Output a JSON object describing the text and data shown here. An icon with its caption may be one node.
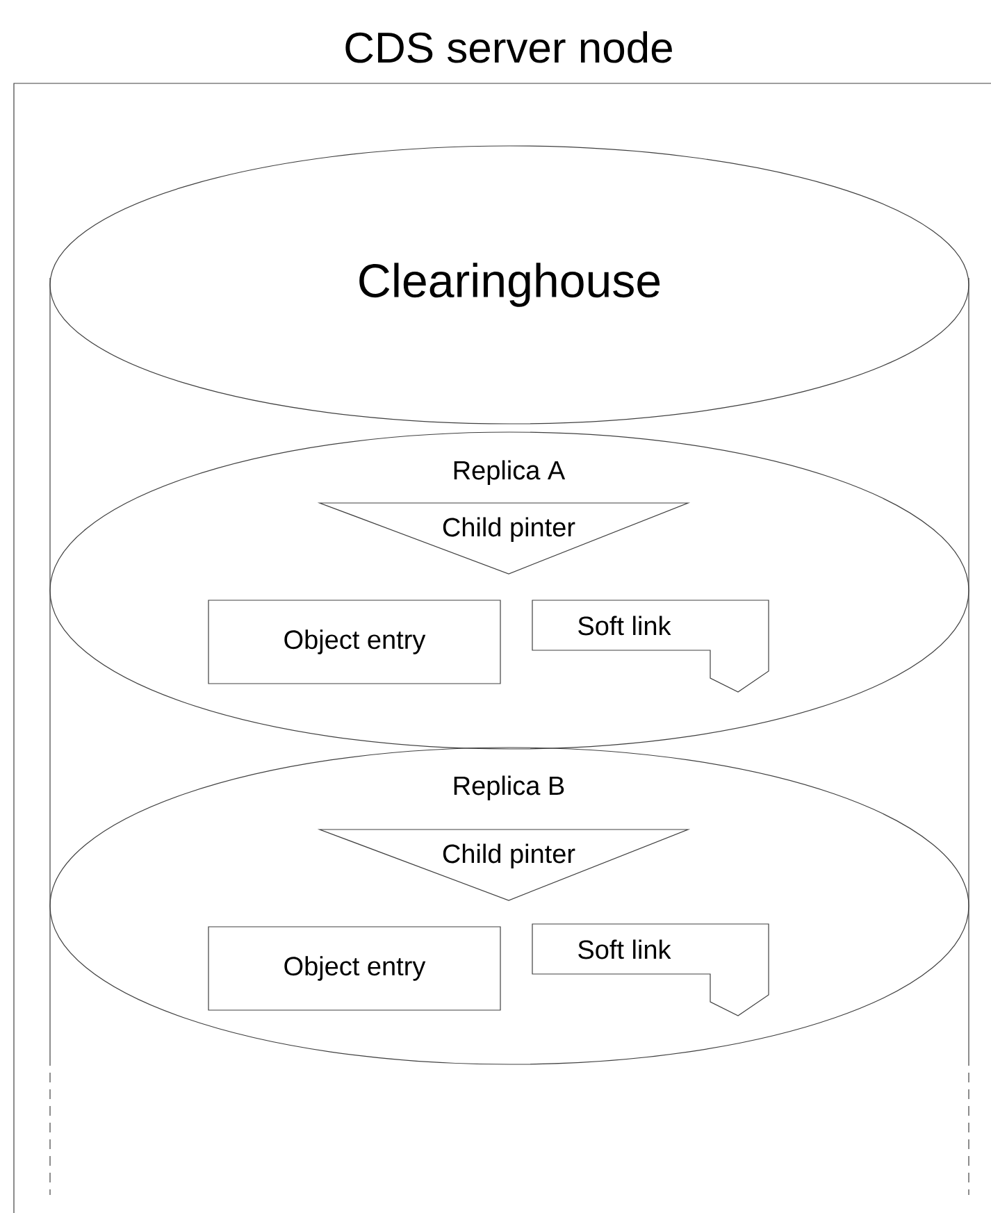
{
  "diagram": {
    "nodes": [
      {
        "text": [
          "CDS server node"
        ]
      },
      {
        "text": [
          "Clearinghouse"
        ],
        "in": 0
      },
      {
        "text": [
          "Replica A"
        ],
        "in": 0
      },
      {
        "text": [
          "Child pinter"
        ],
        "in": 2
      },
      {
        "text": [
          "Object entry"
        ],
        "in": 2
      },
      {
        "text": [
          "Soft link"
        ],
        "in": 2
      },
      {
        "text": [
          "Replica B"
        ],
        "in": 0
      },
      {
        "text": [
          "Child pinter"
        ],
        "in": 6
      },
      {
        "text": [
          "Object entry"
        ],
        "in": 6
      },
      {
        "text": [
          "Soft link"
        ],
        "in": 6
      }
    ],
    "edges": []
  }
}
